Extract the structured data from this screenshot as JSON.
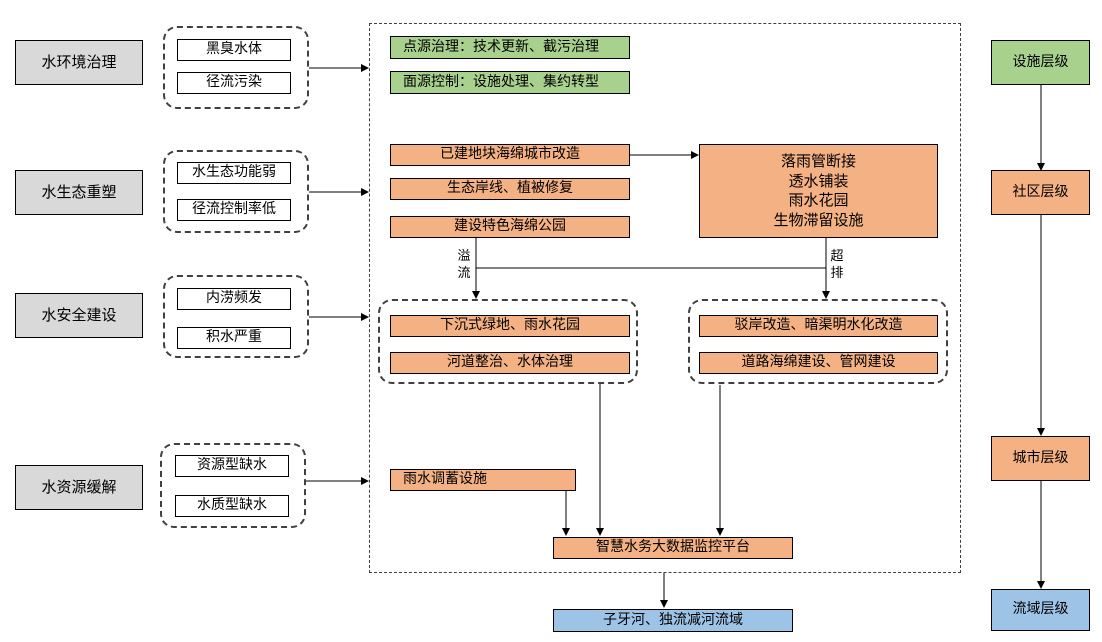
{
  "categories": [
    "水环境治理",
    "水生态重塑",
    "水安全建设",
    "水资源缓解"
  ],
  "problems": [
    [
      "黑臭水体",
      "径流污染"
    ],
    [
      "水生态功能弱",
      "径流控制率低"
    ],
    [
      "内涝频发",
      "积水严重"
    ],
    [
      "资源型缺水",
      "水质型缺水"
    ]
  ],
  "measures": {
    "point_source": "点源治理：技术更新、截污治理",
    "area_source": "面源控制：设施处理、集约转型",
    "built_block": "已建地块海绵城市改造",
    "ecological_shore": "生态岸线、植被修复",
    "sponge_park": "建设特色海绵公园",
    "lid_facilities": [
      "落雨管断接",
      "透水铺装",
      "雨水花园",
      "生物滞留设施"
    ],
    "overflow_label": [
      "溢",
      "流"
    ],
    "exceed_label": [
      "超",
      "排"
    ],
    "sunken_green": "下沉式绿地、雨水花园",
    "river_regulation": "河道整治、水体治理",
    "revetment": "驳岸改造、暗渠明水化改造",
    "road_sponge": "道路海绵建设、管网建设",
    "storage": "雨水调蓄设施",
    "platform": "智慧水务大数据监控平台",
    "basin": "子牙河、独流减河流域"
  },
  "levels": [
    "设施层级",
    "社区层级",
    "城市层级",
    "流域层级"
  ],
  "colors": {
    "gray": "#d9d9d9",
    "green": "#a9d18e",
    "orange": "#f4b183",
    "blue": "#9dc3e6"
  }
}
